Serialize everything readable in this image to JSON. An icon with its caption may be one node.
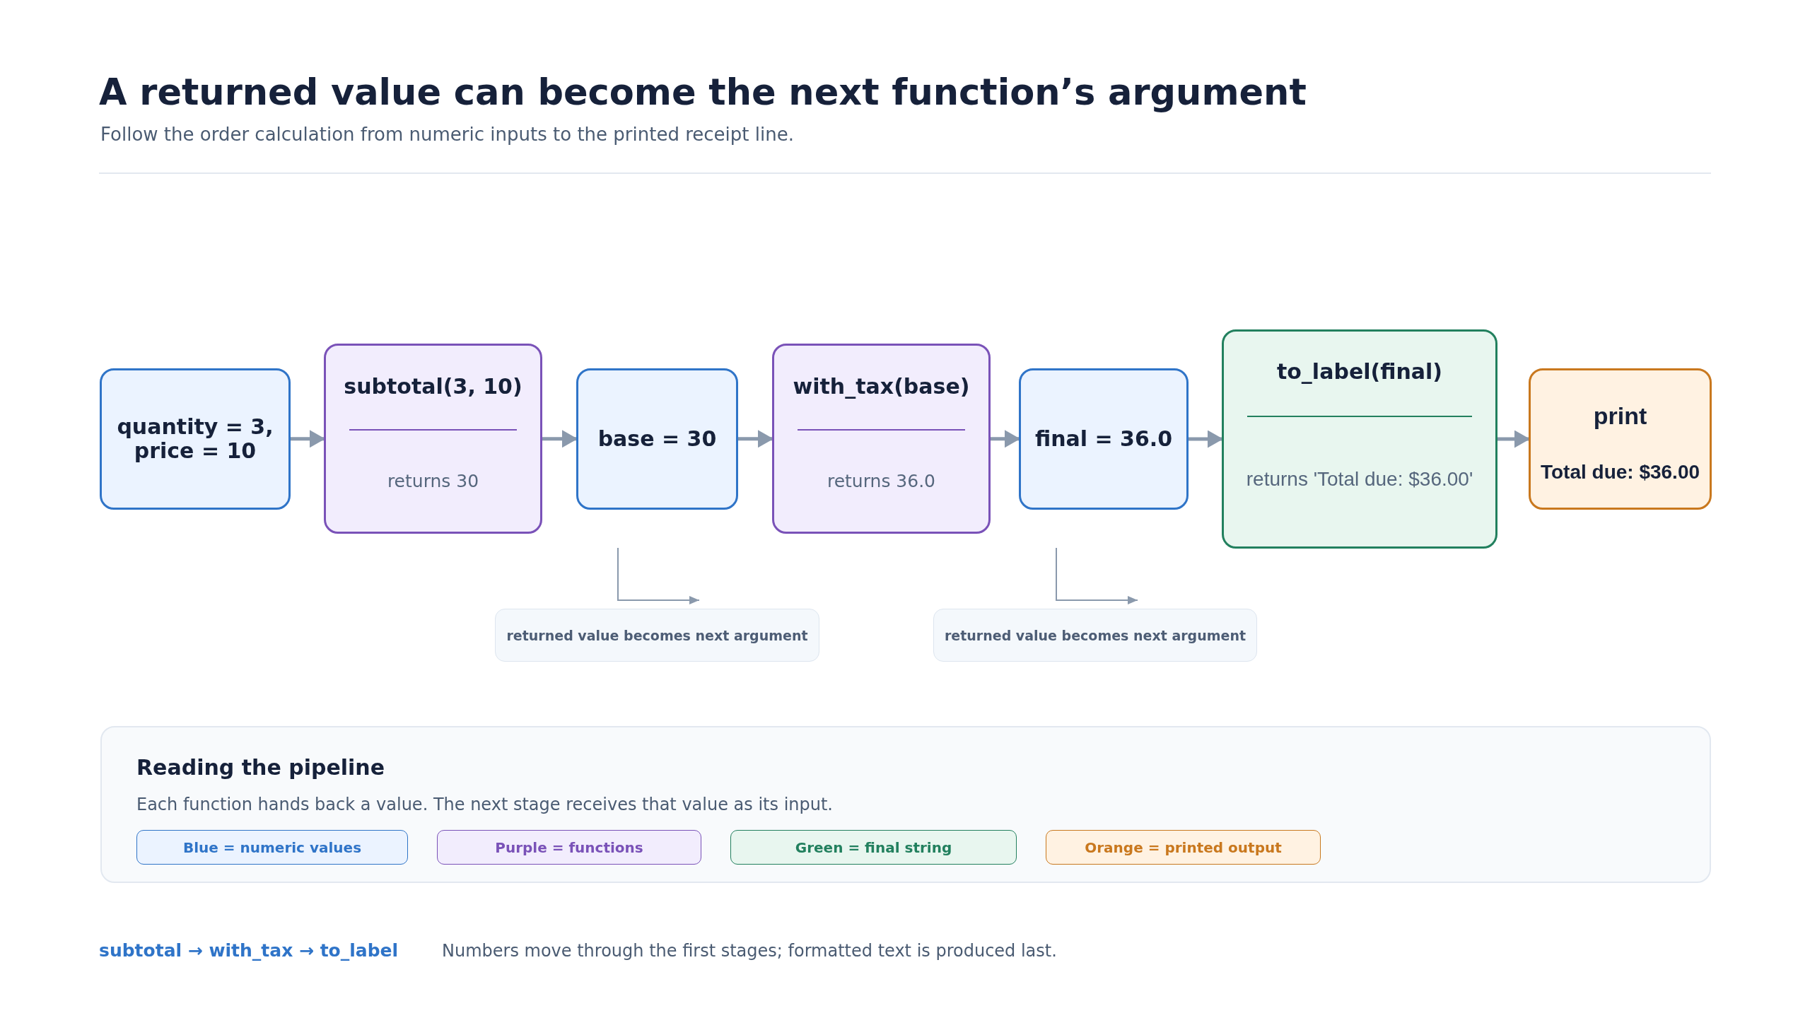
{
  "diagram": {
    "title": "A returned value can become the next function’s argument",
    "nodes": [
      {
        "text": [
          "quantity = 3, price = 10"
        ]
      },
      {
        "text": [
          "subtotal(3, 10)",
          "returns 30"
        ]
      },
      {
        "text": [
          "base = 30"
        ]
      },
      {
        "text": [
          "with_tax(base)",
          "returns 36.0"
        ]
      },
      {
        "text": [
          "final = 36.0"
        ]
      },
      {
        "text": [
          "to_label(final)",
          "returns 'Total due: $36.00'"
        ]
      },
      {
        "text": [
          "print",
          "Total due: $36.00"
        ]
      },
      {
        "text": [
          "returned value becomes next argument"
        ]
      },
      {
        "text": [
          "returned value becomes next argument"
        ]
      },
      {
        "text": [
          "Reading the pipeline",
          "Each function hands back a value. The next stage receives that value as its input."
        ]
      }
    ],
    "edges": [
      {
        "from": 0,
        "to": 1,
        "arrow": "to"
      },
      {
        "from": 1,
        "to": 2,
        "arrow": "to"
      },
      {
        "from": 2,
        "to": 3,
        "arrow": "to"
      },
      {
        "from": 3,
        "to": 4,
        "arrow": "to"
      },
      {
        "from": 4,
        "to": 5,
        "arrow": "to"
      },
      {
        "from": 5,
        "to": 6,
        "arrow": "to"
      }
    ],
    "labels": [
      "Follow the order calculation from numeric inputs to the printed receipt line.",
      "subtotal → with_tax → to_label",
      "Numbers move through the first stages; formatted text is produced last."
    ],
    "legend": [
      {
        "text": "Blue = numeric values",
        "color": "#ebf3ff"
      },
      {
        "text": "Purple = functions",
        "color": "#f2edfd"
      },
      {
        "text": "Green = final string",
        "color": "#e8f6ef"
      },
      {
        "text": "Orange = printed output",
        "color": "#fff2e2"
      }
    ]
  }
}
